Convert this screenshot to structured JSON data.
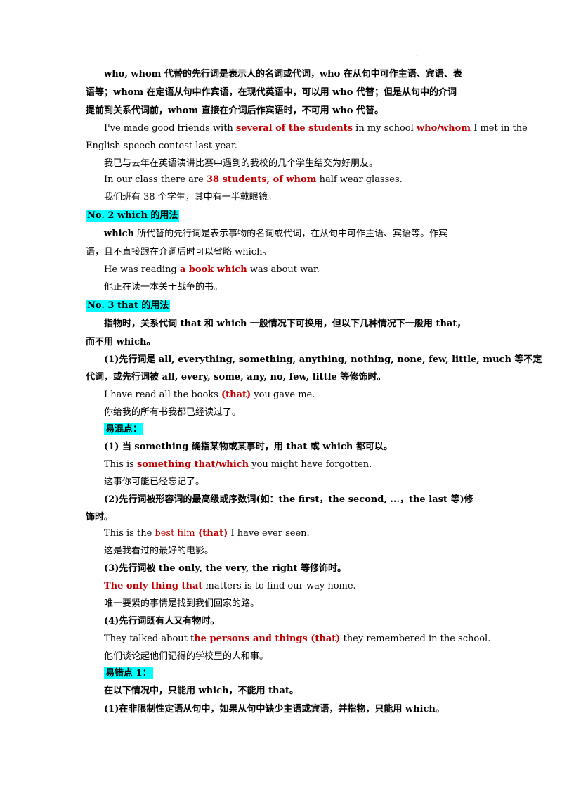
{
  "corner_dots": ".\n.",
  "lines": {
    "l1": "who, whom 代替的先行词是表示人的名词或代词，who 在从句中可作主语、宾语、表",
    "l2": "语等；whom 在定语从句中作宾语，在现代英语中，可以用 who 代替；但是从句中的介词",
    "l3": "提前到关系代词前，whom 直接在介词后作宾语时，不可用 who 代替。",
    "e1a": "I've made good friends with ",
    "e1b": "several of the students",
    "e1c": " in my school ",
    "e1d": "who/whom",
    "e1e": " I met in the",
    "e1f": "English speech contest last year.",
    "c1": "我已与去年在英语演讲比赛中遇到的我校的几个学生结交为好朋友。",
    "e2a": "In our class there are ",
    "e2b": "38 students, of whom",
    "e2c": " half wear glasses.",
    "c2": "我们班有 38 个学生，其中有一半戴眼镜。",
    "h2": "No. 2    which 的用法",
    "w1a": "which",
    "w1b": " 所代替的先行词是表示事物的名词或代词，在从句中可作主语、宾语等。作宾",
    "w2": "语，且不直接跟在介词后时可以省略 which。",
    "e3a": "He was reading ",
    "e3b": "a book which",
    "e3c": " was about war.",
    "c3": "他正在读一本关于战争的书。",
    "h3": "No. 3    that 的用法",
    "t1": "指物时，关系代词 that 和 which 一般情况下可换用，但以下几种情况下一般用 that，",
    "t2": "而不用 which。",
    "p1a": "(1)先行词是 all, everything, something, anything, nothing, none, few, little, much 等不定",
    "p1b": "代词，或先行词被 all, every, some, any, no, few, little 等修饰时。",
    "e4a": "I have read all the books ",
    "e4b": "(that)",
    "e4c": " you gave me.",
    "c4": "你给我的所有书我都已经读过了。",
    "h4": "易混点：",
    "m1": "(1) 当 something 确指某物或某事时，用 that 或 which 都可以。",
    "e5a": "This is ",
    "e5b": "something that/which",
    "e5c": " you might have forgotten.",
    "c5": "这事你可能已经忘记了。",
    "p2a": "(2)先行词被形容词的最高级或序数词(如：the first，the   second,   ...，the last 等)修",
    "p2b": "饰时。",
    "e6a": "This is the ",
    "e6b": "best film",
    "e6c": " (that)",
    "e6d": " I have ever seen.",
    "c6": "这是我看过的最好的电影。",
    "p3": "(3)先行词被 the only, the very, the right 等修饰时。",
    "e7a": "The only thing that",
    "e7b": " matters is to find our way home.",
    "c7": "唯一要紧的事情是找到我们回家的路。",
    "p4": "(4)先行词既有人又有物时。",
    "e8a": "They talked about t",
    "e8b": "he persons and things (that)",
    "e8c": " they remembered in the school.",
    "c8": "他们谈论起他们记得的学校里的人和事。",
    "h5": "易错点 1：",
    "r1": "在以下情况中，只能用 which，不能用 that。",
    "r2": "(1)在非限制性定语从句中，如果从句中缺少主语或宾语，并指物，只能用 which。"
  }
}
